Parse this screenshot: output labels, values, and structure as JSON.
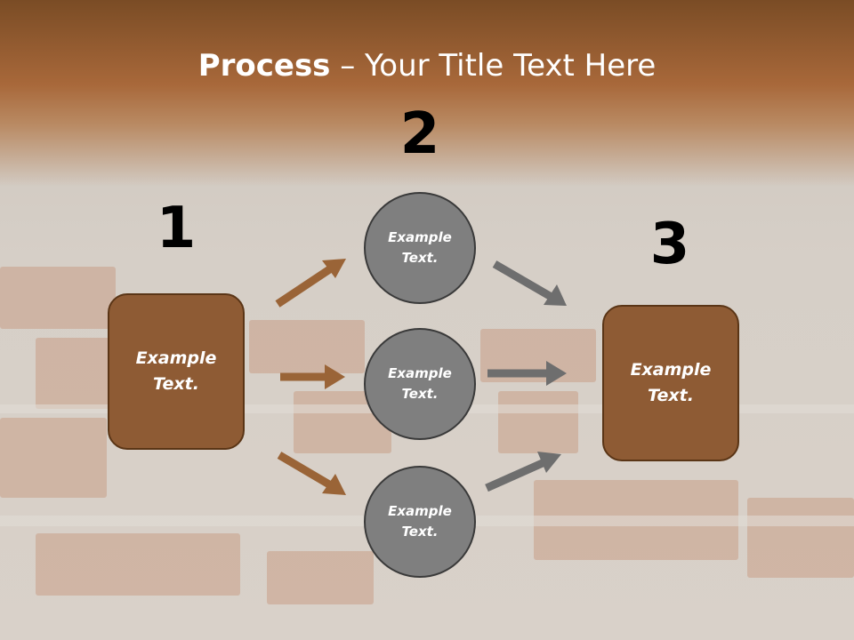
{
  "title": {
    "bold": "Process",
    "rest": " – Your Title Text Here"
  },
  "numbers": {
    "n1": "1",
    "n2": "2",
    "n3": "3"
  },
  "box_left": {
    "line1": "Example",
    "line2": "Text."
  },
  "box_right": {
    "line1": "Example",
    "line2": "Text."
  },
  "circles": [
    {
      "line1": "Example",
      "line2": "Text."
    },
    {
      "line1": "Example",
      "line2": "Text."
    },
    {
      "line1": "Example",
      "line2": "Text."
    }
  ],
  "colors": {
    "box_fill": "#8e5b34",
    "circle_fill": "#7f7f7f",
    "arrow_brown": "#9a6437",
    "arrow_gray": "#6e6e6e"
  }
}
